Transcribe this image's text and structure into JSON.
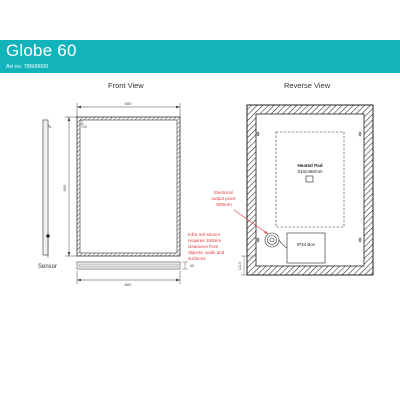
{
  "header": {
    "title": "Globe 60",
    "art_no": "Art no. 78600000",
    "color": "#12b3bb"
  },
  "front_view": {
    "title": "Front View",
    "dim_top": "600",
    "dim_bottom": "600",
    "dim_height": "800",
    "dim_inset": "10",
    "dim_depth": "40",
    "sensor_label": "Sensor"
  },
  "reverse_view": {
    "title": "Reverse View",
    "heated_pad_title": "Heated Pad",
    "heated_pad_size": "310x450mm",
    "ip44_label": "IP44 Box",
    "dim_small": "112.5"
  },
  "annotations": {
    "electrical": [
      "Electrical",
      "output point",
      "500mm"
    ],
    "infrared": [
      "Infra red sensor",
      "requires 150mm",
      "clearance from",
      "objects, walls and",
      "surfaces"
    ],
    "note_color": "#e03a3a"
  }
}
